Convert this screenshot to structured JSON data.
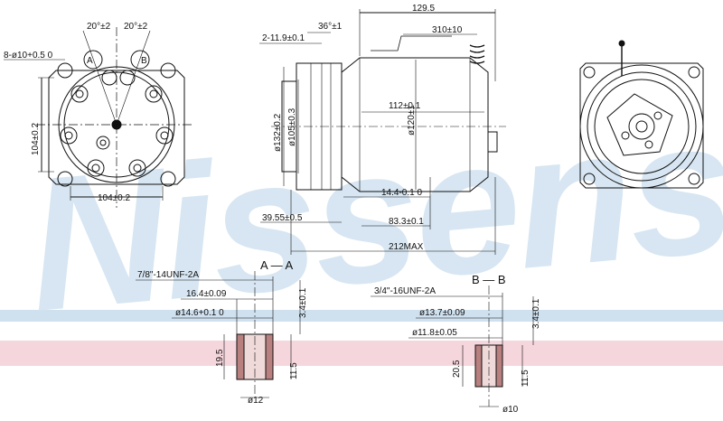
{
  "brand": {
    "watermark": "Nissens",
    "blue_color": "#cfe0ef",
    "pink_color": "#f6d6dd"
  },
  "front_view": {
    "bolt_spec": "8-ø10+0.5 0",
    "angle_left": "20°±2",
    "angle_right": "20°±2",
    "port_a": "A",
    "port_b": "B",
    "height_dim": "104±0.2",
    "width_dim": "104±0.2"
  },
  "side_view": {
    "d1": "2-11.9±0.1",
    "angle": "36°±1",
    "total_len": "129.5",
    "d2": "310±10",
    "diam1": "ø132±0.2",
    "diam2": "ø105±0.3",
    "d3": "112±0.1",
    "diam3": "ø120±1",
    "d4": "14.4-0.1 0",
    "d5": "39.55±0.5",
    "d6": "83.3±0.1",
    "d7": "212MAX"
  },
  "section_aa": {
    "title": "A — A",
    "thread": "7/8\"-14UNF-2A",
    "d1": "16.4±0.09",
    "d2": "ø14.6+0.1 0",
    "d3": "3.4±0.1",
    "d4": "19.5",
    "d5": "11.5",
    "d6": "ø12"
  },
  "section_bb": {
    "title": "B — B",
    "thread": "3/4\"-16UNF-2A",
    "d1": "ø13.7±0.09",
    "d2": "ø11.8±0.05",
    "d3": "3.4±0.1",
    "d4": "20.5",
    "d5": "11.5",
    "d6": "ø10"
  }
}
